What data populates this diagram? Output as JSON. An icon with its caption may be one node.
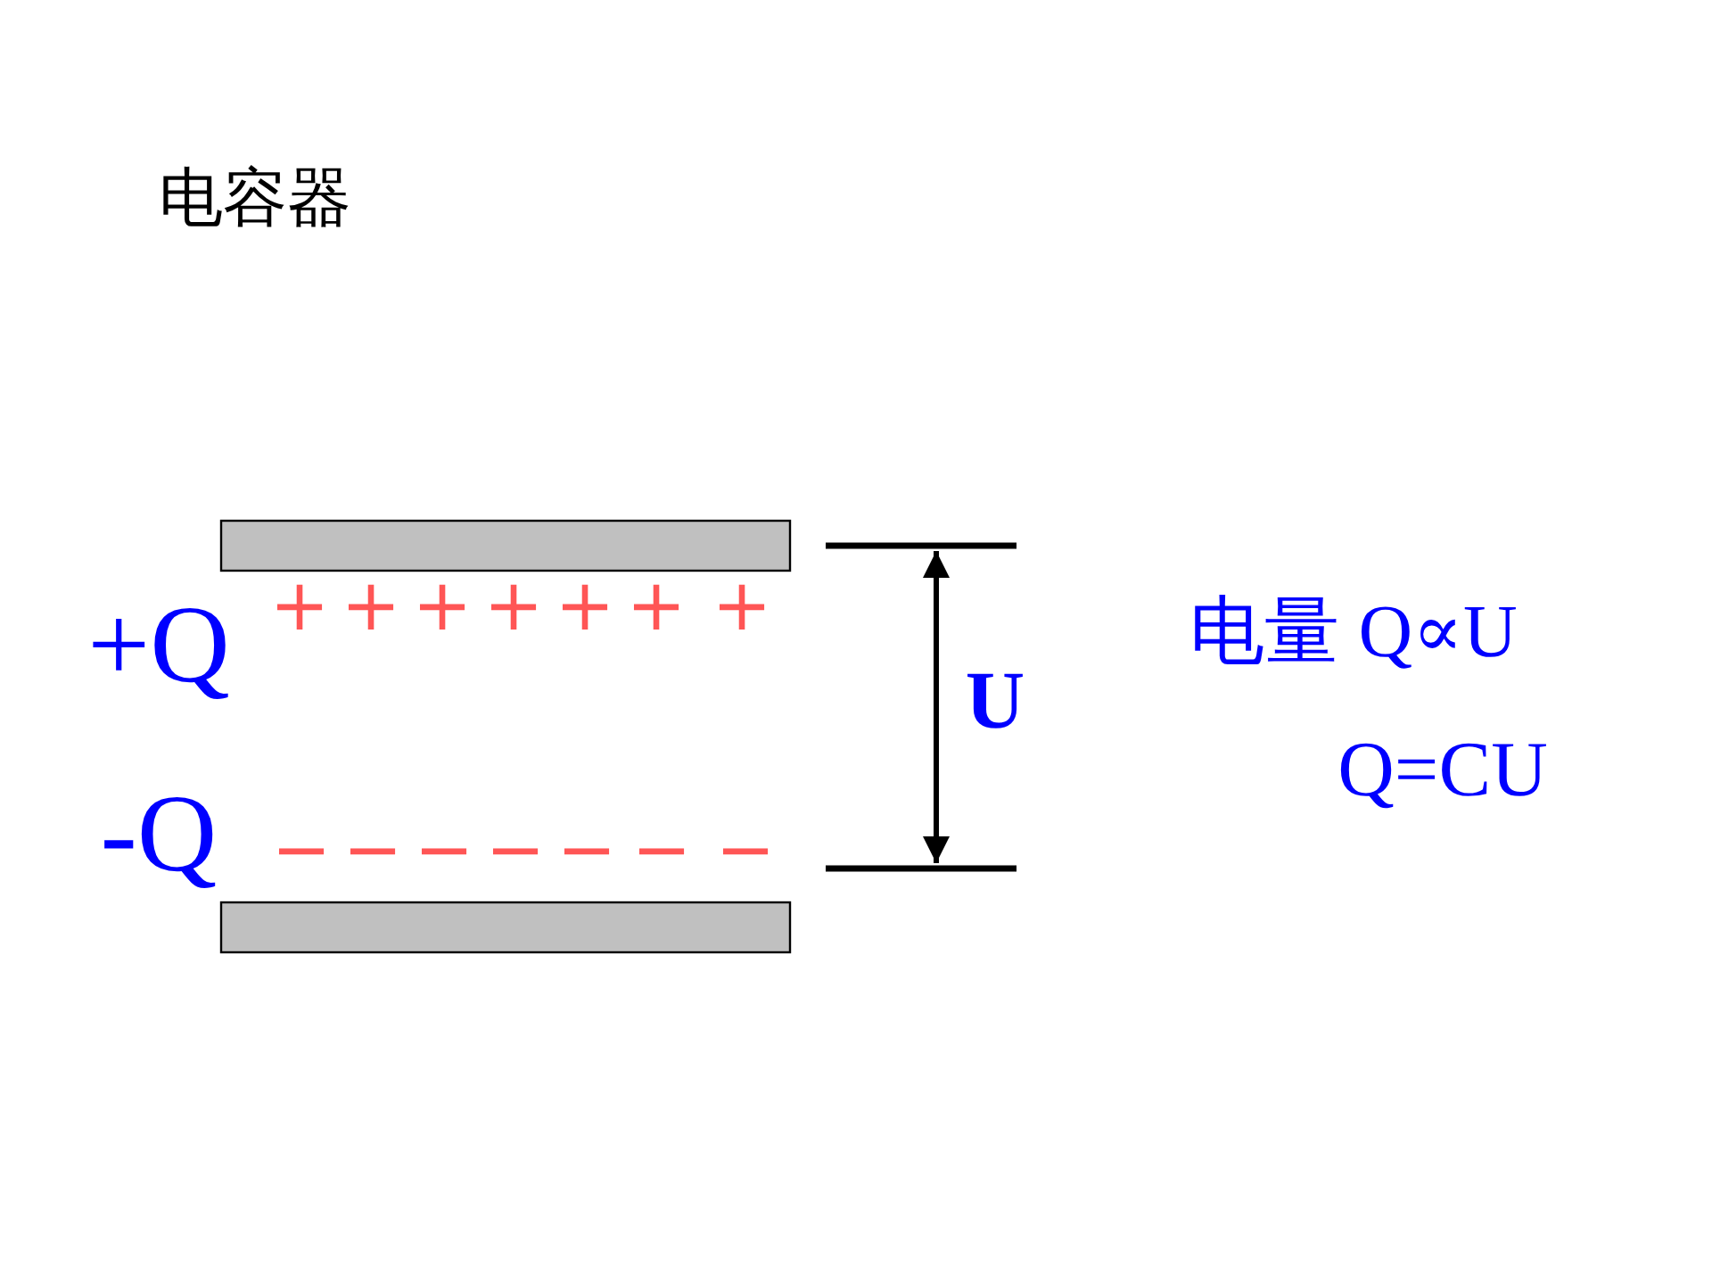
{
  "diagram": {
    "title": "电容器",
    "nodes": [
      {
        "text": [],
        "shape": "bar"
      },
      {
        "text": [],
        "shape": "bar"
      }
    ],
    "labels": [
      "+Q",
      "+",
      "+",
      "+",
      "+",
      "+",
      "+",
      "+",
      "电量 Q∝U",
      "U",
      "Q=CU",
      "-Q",
      "−",
      "−",
      "−",
      "−",
      "−",
      "−",
      "−"
    ]
  }
}
